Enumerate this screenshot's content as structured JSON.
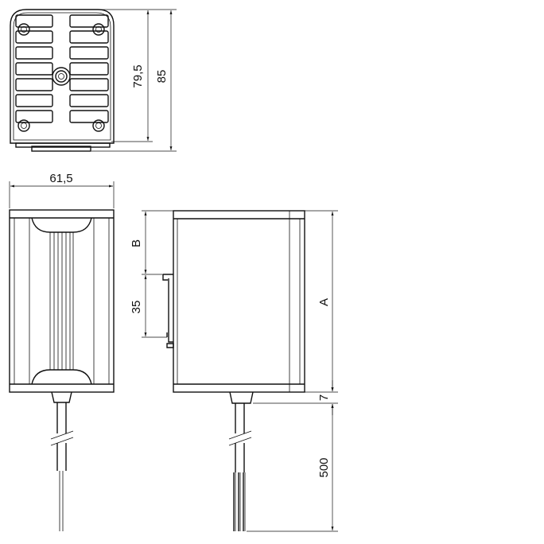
{
  "drawing": {
    "dimensions": {
      "top_inner_height": "79,5",
      "top_total_height": "85",
      "width": "61,5",
      "B": "B",
      "rail": "35",
      "A": "A",
      "gland": "7",
      "cable_length": "500"
    }
  }
}
